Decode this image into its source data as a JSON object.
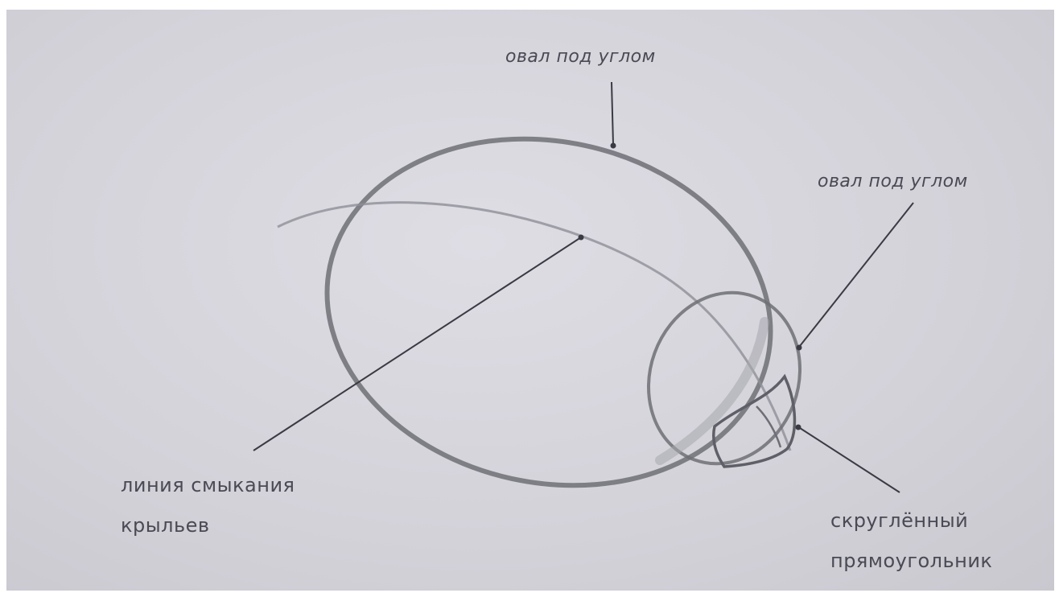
{
  "labels": {
    "oval_top": "овал под углом",
    "oval_right": "овал под углом",
    "wing_line": [
      "линия смыкания",
      "крыльев"
    ],
    "rounded_rect": [
      "скруглённый",
      "прямоугольник"
    ]
  },
  "colors": {
    "paper": "#d8d7de",
    "pencil_dark": "#6e6e76",
    "pencil_light": "#9a99a1",
    "ink": "#3a3a44"
  }
}
